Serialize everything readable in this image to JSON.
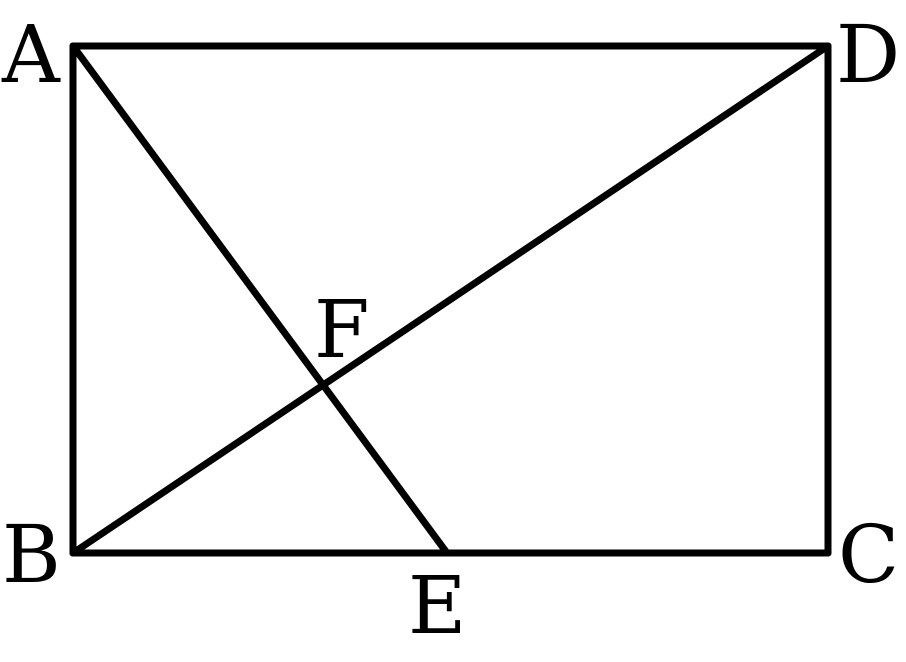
{
  "points": {
    "A": "A",
    "B": "B",
    "C": "C",
    "D": "D",
    "E": "E",
    "F": "F"
  },
  "colors": {
    "stroke": "#000000",
    "background": "#ffffff"
  }
}
